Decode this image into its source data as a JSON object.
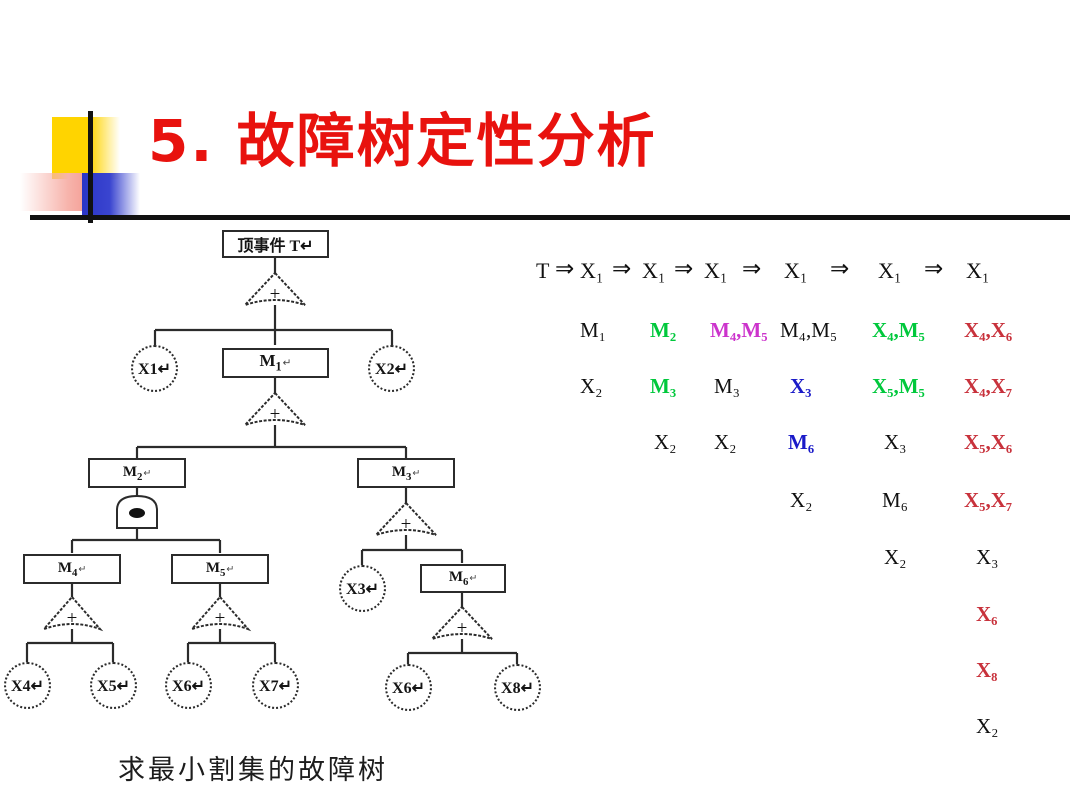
{
  "slide": {
    "title": "5. 故障树定性分析",
    "caption": "求最小割集的故障树",
    "title_color": "#E8120E",
    "deco": {
      "yellow": "#FFD400",
      "blue": "#2B35C6",
      "pink": "#F0887E",
      "line": "#111111"
    }
  },
  "tree": {
    "top_event": "顶事件 T↵",
    "gates": [
      {
        "name": "gate-top",
        "symbol": "+",
        "type": "or"
      },
      {
        "name": "gate-m1",
        "symbol": "+",
        "type": "or"
      },
      {
        "name": "gate-m2",
        "symbol": "●",
        "type": "and"
      },
      {
        "name": "gate-m3",
        "symbol": "+",
        "type": "or"
      },
      {
        "name": "gate-m4",
        "symbol": "+",
        "type": "or"
      },
      {
        "name": "gate-m5",
        "symbol": "+",
        "type": "or"
      },
      {
        "name": "gate-m6",
        "symbol": "+",
        "type": "or"
      }
    ],
    "boxes": [
      {
        "id": "M1",
        "label": "M",
        "sub": "1",
        "cr": "↵"
      },
      {
        "id": "M2",
        "label": "M",
        "sub": "2",
        "cr": "↵"
      },
      {
        "id": "M3",
        "label": "M",
        "sub": "3",
        "cr": "↵"
      },
      {
        "id": "M4",
        "label": "M",
        "sub": "4",
        "cr": "↵"
      },
      {
        "id": "M5",
        "label": "M",
        "sub": "5",
        "cr": "↵"
      },
      {
        "id": "M6",
        "label": "M",
        "sub": "6",
        "cr": "↵"
      }
    ],
    "circles": [
      {
        "id": "X1",
        "label": "X",
        "sub": "1",
        "cr": "↵"
      },
      {
        "id": "X2",
        "label": "X",
        "sub": "2",
        "cr": "↵"
      },
      {
        "id": "X3",
        "label": "X",
        "sub": "3",
        "cr": "↵"
      },
      {
        "id": "X4",
        "label": "X",
        "sub": "4",
        "cr": "↵"
      },
      {
        "id": "X5",
        "label": "X",
        "sub": "5",
        "cr": "↵"
      },
      {
        "id": "X6a",
        "label": "X",
        "sub": "6",
        "cr": "↵"
      },
      {
        "id": "X7",
        "label": "X",
        "sub": "7",
        "cr": "↵"
      },
      {
        "id": "X6b",
        "label": "X",
        "sub": "6",
        "cr": "↵"
      },
      {
        "id": "X8",
        "label": "X",
        "sub": "8",
        "cr": "↵"
      }
    ]
  },
  "derivation": {
    "colors": {
      "black": "#111111",
      "green": "#00C83C",
      "magenta": "#CC33CC",
      "blue": "#1A1AC8",
      "red": "#C8323C"
    },
    "header_row": [
      "T",
      "X₁",
      "X₁",
      "X₁",
      "X₁",
      "X₁",
      "X₁"
    ],
    "arrow_symbol": "⇒",
    "columns": [
      {
        "index": 1,
        "head": "T",
        "cells": [
          {
            "text": "M₁",
            "color": "#111111"
          },
          {
            "text": "X₂",
            "color": "#111111"
          }
        ]
      },
      {
        "index": 2,
        "head": "X₁",
        "cells": [
          {
            "text": "M₂",
            "color": "#00C83C"
          },
          {
            "text": "M₃",
            "color": "#00C83C"
          },
          {
            "text": "X₂",
            "color": "#111111"
          }
        ]
      },
      {
        "index": 3,
        "head": "X₁",
        "cells": [
          {
            "text": "M₄,M₅",
            "color": "#CC33CC"
          },
          {
            "text": "M₃",
            "color": "#111111"
          },
          {
            "text": "X₂",
            "color": "#111111"
          }
        ]
      },
      {
        "index": 4,
        "head": "X₁",
        "cells": [
          {
            "text": "M₄,M₅",
            "color": "#111111"
          },
          {
            "text": "X₃",
            "color": "#1A1AC8"
          },
          {
            "text": "M₆",
            "color": "#1A1AC8"
          },
          {
            "text": "X₂",
            "color": "#111111"
          }
        ]
      },
      {
        "index": 5,
        "head": "X₁",
        "cells": [
          {
            "text": "X₄,M₅",
            "color": "#00C83C"
          },
          {
            "text": "X₅,M₅",
            "color": "#00C83C"
          },
          {
            "text": "X₃",
            "color": "#111111"
          },
          {
            "text": "M₆",
            "color": "#111111"
          },
          {
            "text": "X₂",
            "color": "#111111"
          }
        ]
      },
      {
        "index": 6,
        "head": "X₁",
        "cells": [
          {
            "text": "X₄,X₆",
            "color": "#C8323C"
          },
          {
            "text": "X₄,X₇",
            "color": "#C8323C"
          },
          {
            "text": "X₅,X₆",
            "color": "#C8323C"
          },
          {
            "text": "X₅,X₇",
            "color": "#C8323C"
          },
          {
            "text": "X₃",
            "color": "#111111"
          },
          {
            "text": "X₆",
            "color": "#C8323C"
          },
          {
            "text": "X₈",
            "color": "#C8323C"
          },
          {
            "text": "X₂",
            "color": "#111111"
          }
        ]
      }
    ]
  }
}
